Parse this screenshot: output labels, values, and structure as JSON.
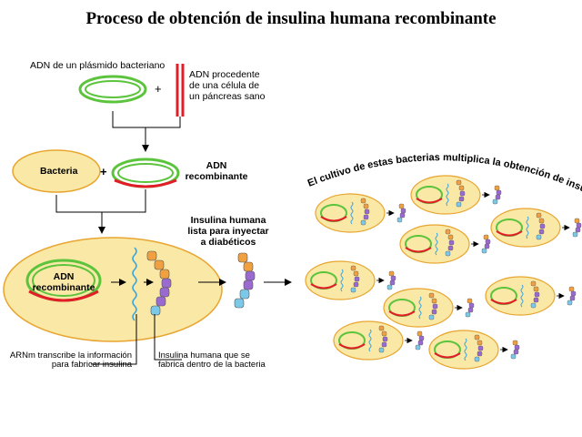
{
  "title": "Proceso de obtención de insulina humana recombinante",
  "labels": {
    "plasmid_dna": "ADN de un plásmido bacteriano",
    "plus1": "+",
    "pancreas_dna": [
      "ADN procedente",
      "de una célula de",
      "un páncreas sano"
    ],
    "bacteria": "Bacteria",
    "plus2": "+",
    "recombinant_dna": [
      "ADN",
      "recombinante"
    ],
    "big_recombinant": [
      "ADN",
      "recombinante"
    ],
    "insulin_ready": [
      "Insulina humana",
      "lista para inyectar",
      "a diabéticos"
    ],
    "mrna": [
      "ARNm transcribe la información",
      "para fabricar insulina"
    ],
    "insulin_made": [
      "Insulina humana que se",
      "fabrica dentro de la bacteria"
    ],
    "culture": "El cultivo de estas bacterias multiplica la obtención de insulina."
  },
  "colors": {
    "bacteria_fill": "#f9e8a6",
    "bacteria_stroke": "#e8a530",
    "plasmid_green": "#5cc43c",
    "insert_red": "#e11d27",
    "mrna_blue": "#3aa6e0",
    "chain_orange": "#f0a040",
    "chain_purple": "#9a6ad0",
    "chain_blue": "#7cc8e8"
  }
}
